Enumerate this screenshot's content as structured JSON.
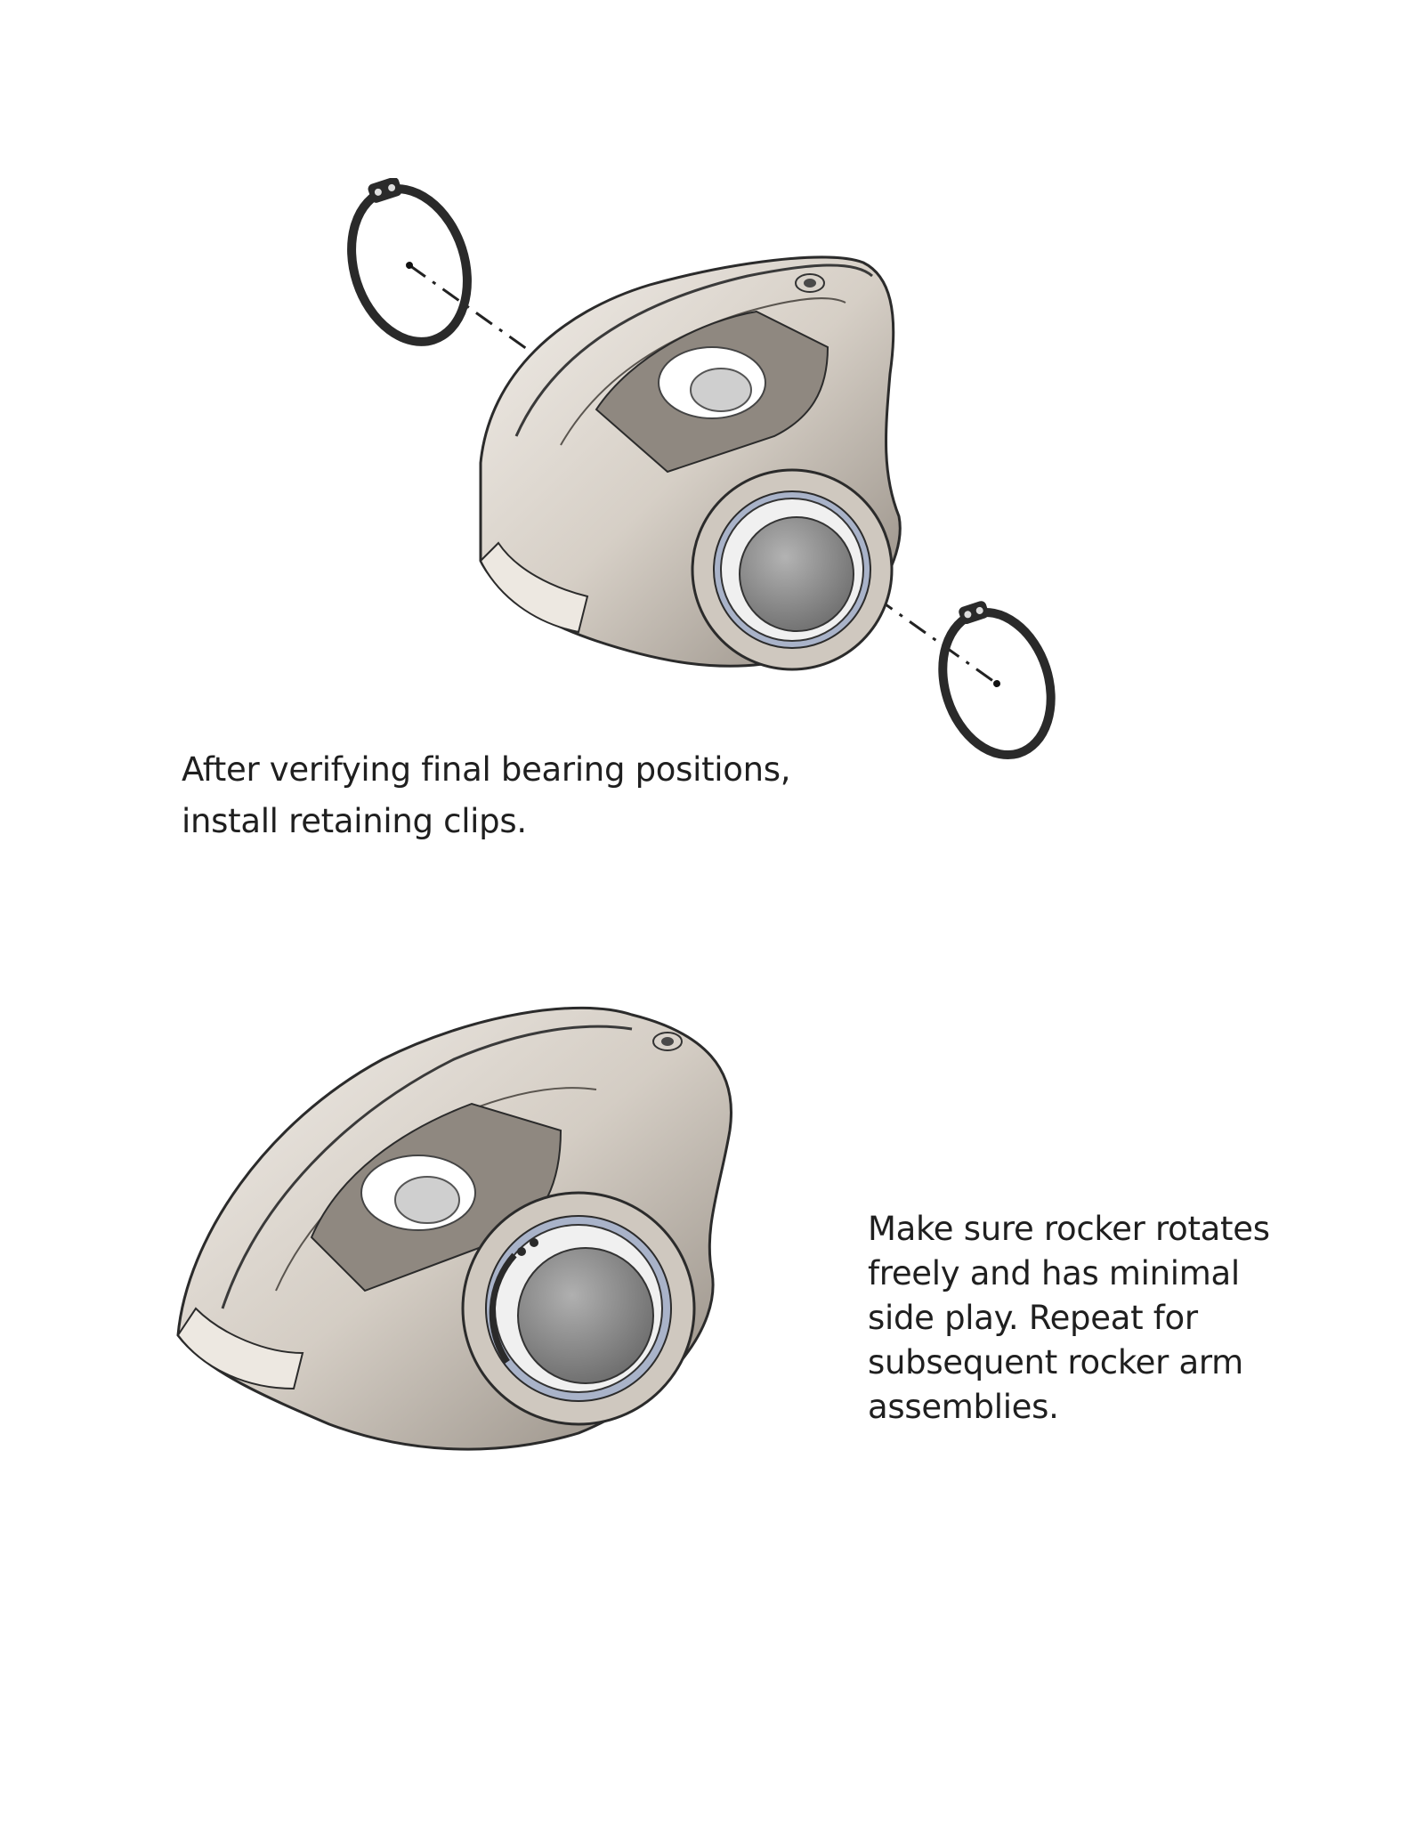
{
  "steps": [
    {
      "figure": "exploded-view",
      "caption_lines": [
        "After verifying final bearing positions,",
        "install retaining clips."
      ]
    },
    {
      "figure": "assembled-view",
      "caption_lines": [
        "Make sure rocker rotates",
        "freely and has minimal",
        "side play. Repeat for",
        "subsequent rocker arm",
        "assemblies."
      ]
    }
  ],
  "colors": {
    "metal_light": "#e6e1da",
    "metal_mid": "#c9c2b8",
    "metal_dark": "#8b847c",
    "bearing_face": "#8a8a8a",
    "seal_ring": "#a9b3c9",
    "clip": "#2a2a2a",
    "text": "#1f1f1f"
  }
}
